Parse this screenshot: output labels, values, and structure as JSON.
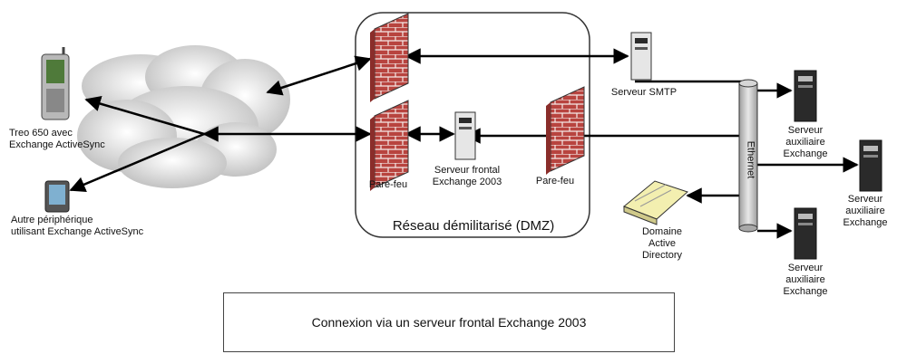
{
  "labels": {
    "treo": "Treo 650 avec\nExchange ActiveSync",
    "other_device": "Autre périphérique\nutilisant Exchange ActiveSync",
    "firewall_1": "Pare-feu",
    "frontend_server": "Serveur frontal\nExchange 2003",
    "firewall_2": "Pare-feu",
    "dmz": "Réseau démilitarisé (DMZ)",
    "smtp_server": "Serveur SMTP",
    "ethernet": "Ethernet",
    "aux_server_1": "Serveur\nauxiliaire\nExchange",
    "aux_server_2": "Serveur\nauxiliaire\nExchange",
    "aux_server_3": "Serveur\nauxiliaire\nExchange",
    "active_directory": "Domaine\nActive\nDirectory"
  },
  "caption": "Connexion via un serveur frontal Exchange 2003",
  "colors": {
    "brick": "#b8443f",
    "mortar": "#f4e9e6",
    "cloud": "#c9c9c9",
    "server_dark": "#2a2a2a",
    "server_light": "#e6e6e6",
    "cylinder": "#c4c4c4",
    "ad_yellow": "#f3efb0"
  }
}
